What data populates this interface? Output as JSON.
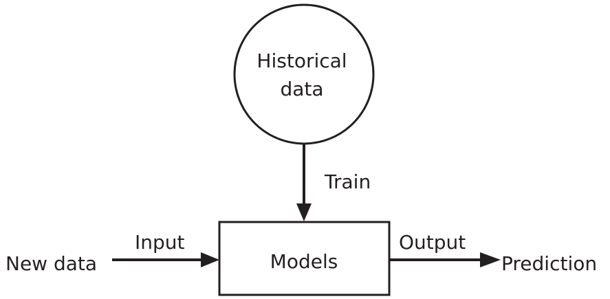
{
  "nodes": {
    "historical": {
      "line1": "Historical",
      "line2": "data"
    },
    "models": {
      "label": "Models"
    },
    "new_data": {
      "label": "New data"
    },
    "prediction": {
      "label": "Prediction"
    }
  },
  "edges": {
    "train": {
      "label": "Train"
    },
    "input": {
      "label": "Input"
    },
    "output": {
      "label": "Output"
    }
  },
  "colors": {
    "stroke": "#231f20",
    "background": "#ffffff"
  }
}
